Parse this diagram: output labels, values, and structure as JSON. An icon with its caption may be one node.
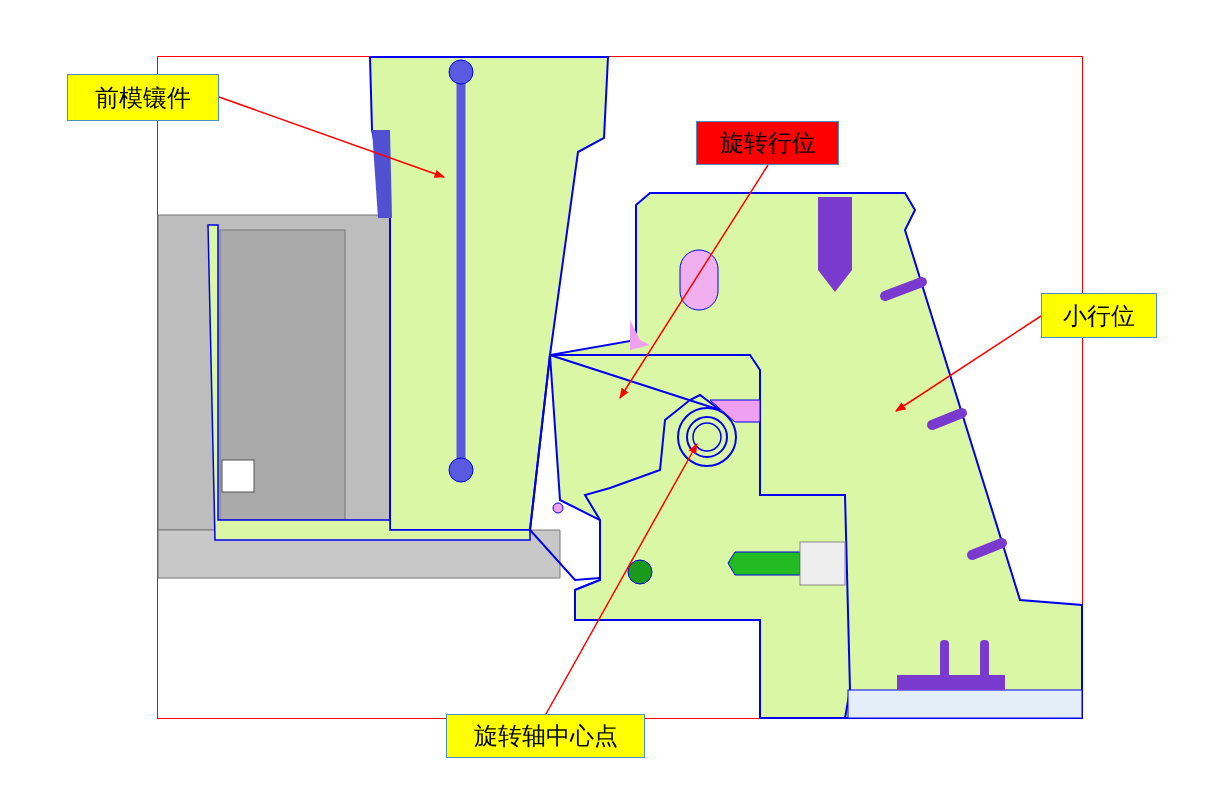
{
  "diagram": {
    "nodes": [
      {
        "text": [
          "前模镶件"
        ]
      },
      {
        "text": [
          "旋转行位"
        ]
      },
      {
        "text": [
          "小行位"
        ]
      },
      {
        "text": [
          "旋转轴中心点"
        ]
      }
    ],
    "edges": [
      {
        "from": 0,
        "to": null,
        "arrow": "to",
        "color": "#ff0000"
      },
      {
        "from": 1,
        "to": null,
        "arrow": "to",
        "color": "#ff0000"
      },
      {
        "from": 2,
        "to": null,
        "arrow": "to",
        "color": "#ff0000"
      },
      {
        "from": 3,
        "to": null,
        "arrow": "to",
        "color": "#ff0000"
      }
    ]
  }
}
